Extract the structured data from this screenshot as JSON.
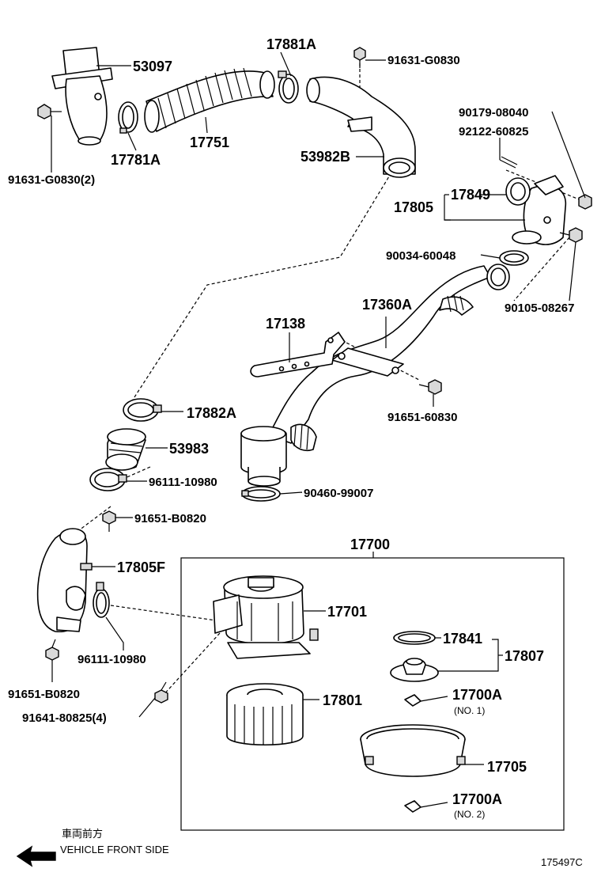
{
  "labels": {
    "p53097": "53097",
    "p17881A": "17881A",
    "p91631_G0830_top": "91631-G0830",
    "p91631_G0830_2": "91631-G0830(2)",
    "p17781A": "17781A",
    "p17751": "17751",
    "p53982B": "53982B",
    "p90179_08040": "90179-08040",
    "p92122_60825": "92122-60825",
    "p17849": "17849",
    "p17805": "17805",
    "p90034_60048": "90034-60048",
    "p17360A": "17360A",
    "p90105_08267": "90105-08267",
    "p17138": "17138",
    "p91651_60830": "91651-60830",
    "p17882A": "17882A",
    "p53983": "53983",
    "p96111_10980_a": "96111-10980",
    "p90460_99007": "90460-99007",
    "p91651_B0820_a": "91651-B0820",
    "p17700": "17700",
    "p17805F": "17805F",
    "p17701": "17701",
    "p17841": "17841",
    "p17807": "17807",
    "p96111_10980_b": "96111-10980",
    "p91651_B0820_b": "91651-B0820",
    "p17801": "17801",
    "p17700A_1": "17700A",
    "p17700A_1_note": "(NO. 1)",
    "p91641_80825_4": "91641-80825(4)",
    "p17705": "17705",
    "p17700A_2": "17700A",
    "p17700A_2_note": "(NO. 2)"
  },
  "footer": {
    "direction_jp": "車両前方",
    "direction_en": "VEHICLE FRONT SIDE",
    "figure_id": "175497C"
  },
  "icons": {
    "front_arrow": "arrow-down-left-icon"
  }
}
